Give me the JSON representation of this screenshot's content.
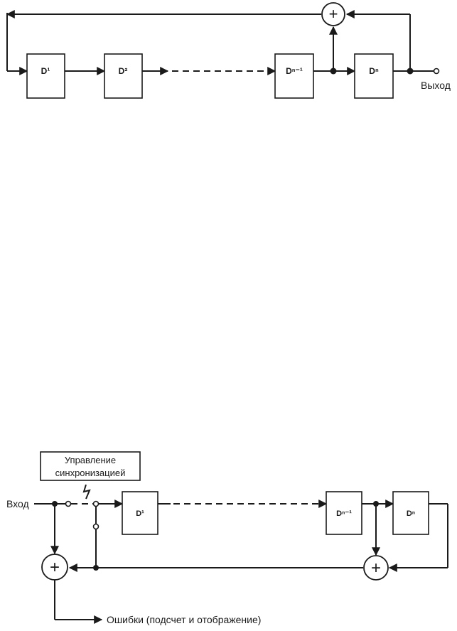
{
  "generator": {
    "registers": {
      "d1": "D¹",
      "d2": "D²",
      "dn_minus_1": "Dⁿ⁻¹",
      "dn": "Dⁿ"
    },
    "adder_symbol": "+",
    "output_label": "Выход"
  },
  "checker": {
    "input_label": "Вход",
    "sync_control_line1": "Управление",
    "sync_control_line2": "синхронизацией",
    "lightning_symbol": "ϟ",
    "registers": {
      "d1": "D¹",
      "dn_minus_1": "Dⁿ⁻¹",
      "dn": "Dⁿ"
    },
    "adder_symbol": "+",
    "errors_label": "Ошибки (подсчет и отображение)"
  }
}
